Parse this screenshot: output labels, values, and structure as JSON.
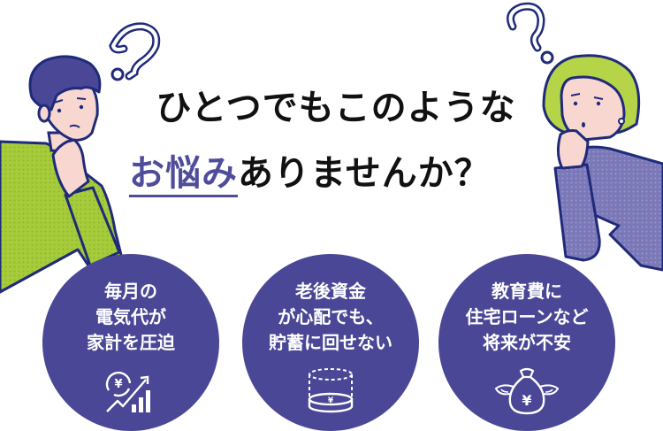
{
  "headline": {
    "line1": "ひとつでもこのような",
    "line2_accent": "お悩み",
    "line2_rest": "ありませんか？"
  },
  "colors": {
    "accent": "#4f4c9a",
    "circle": "#4a4896",
    "man_shirt": "#a6cc3c",
    "woman_shirt": "#7b78b8",
    "outline": "#1f2a7a",
    "skin": "#f8d7d0"
  },
  "concerns": [
    {
      "lines": [
        "毎月の",
        "電気代が",
        "家計を圧迫"
      ],
      "icon": "yen-rising-chart-icon"
    },
    {
      "lines": [
        "老後資金",
        "が心配でも、",
        "貯蓄に回せない"
      ],
      "icon": "yen-coin-stack-icon"
    },
    {
      "lines": [
        "教育費に",
        "住宅ローンなど",
        "将来が不安"
      ],
      "icon": "flying-money-bag-icon"
    }
  ]
}
